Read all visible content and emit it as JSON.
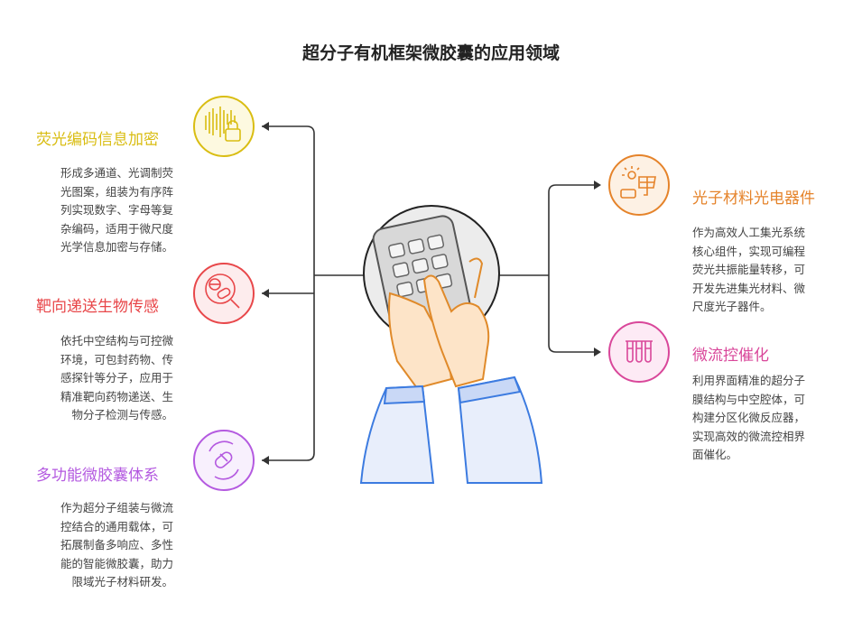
{
  "title": "超分子有机框架微胶囊的应用领域",
  "colors": {
    "yellow": "#d9bd12",
    "red": "#e8474a",
    "purple": "#b45ae0",
    "orange": "#e5832a",
    "pink": "#d9479a",
    "center": "#ebebeb",
    "sleeve": "#3c7be0"
  },
  "left_items": [
    {
      "title": "荧光编码信息加密",
      "icon": "audio-lock-icon",
      "lines": [
        "形成多通道、光调制荧",
        "光图案，组装为有序阵",
        "列实现数字、字母等复",
        "杂编码，适用于微尺度",
        "光学信息加密与存储。"
      ]
    },
    {
      "title": "靶向递送生物传感",
      "icon": "pill-magnifier-icon",
      "lines": [
        "依托中空结构与可控微",
        "环境，可包封药物、传",
        "感探针等分子，应用于",
        "精准靶向药物递送、生",
        "物分子检测与传感。"
      ]
    },
    {
      "title": "多功能微胶囊体系",
      "icon": "capsule-cycle-icon",
      "lines": [
        "作为超分子组装与微流",
        "控结合的通用载体，可",
        "拓展制备多响应、多性",
        "能的智能微胶囊，助力",
        "限域光子材料研发。"
      ]
    }
  ],
  "right_items": [
    {
      "title": "光子材料光电器件",
      "icon": "solar-panel-icon",
      "lines": [
        "作为高效人工集光系统",
        "核心组件，实现可编程",
        "荧光共振能量转移，可",
        "开发先进集光材料、微",
        "尺度光子器件。"
      ]
    },
    {
      "title": "微流控催化",
      "icon": "test-tubes-icon",
      "lines": [
        "利用界面精准的超分子",
        "膜结构与中空腔体，可",
        "构建分区化微反应器，",
        "实现高效的微流控相界",
        "面催化。"
      ]
    }
  ]
}
